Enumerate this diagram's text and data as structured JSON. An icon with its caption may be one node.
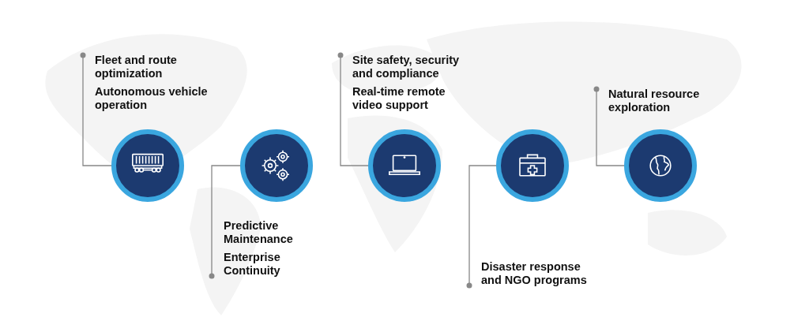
{
  "diagram": {
    "nodes": [
      {
        "text": [
          "Fleet and route optimization",
          "Autonomous vehicle operation"
        ]
      },
      {
        "text": [],
        "shape": "circle"
      },
      {
        "text": [],
        "shape": "circle"
      },
      {
        "text": [
          "Predictive Maintenance",
          "Enterprise Continuity"
        ]
      },
      {
        "text": [
          "Site safety, security and compliance",
          "Real-time remote video support"
        ]
      },
      {
        "text": [],
        "shape": "circle"
      },
      {
        "text": [],
        "shape": "circle"
      },
      {
        "text": [
          "Disaster response and NGO programs"
        ]
      },
      {
        "text": [
          "Natural resource exploration"
        ]
      },
      {
        "text": [],
        "shape": "circle"
      }
    ],
    "edges": [
      {
        "from": 0,
        "to": 1,
        "arrow": "other"
      },
      {
        "from": 3,
        "to": 2,
        "arrow": "other"
      },
      {
        "from": 4,
        "to": 5,
        "arrow": "other"
      },
      {
        "from": 7,
        "to": 6,
        "arrow": "other"
      },
      {
        "from": 8,
        "to": 9,
        "arrow": "other"
      }
    ]
  }
}
